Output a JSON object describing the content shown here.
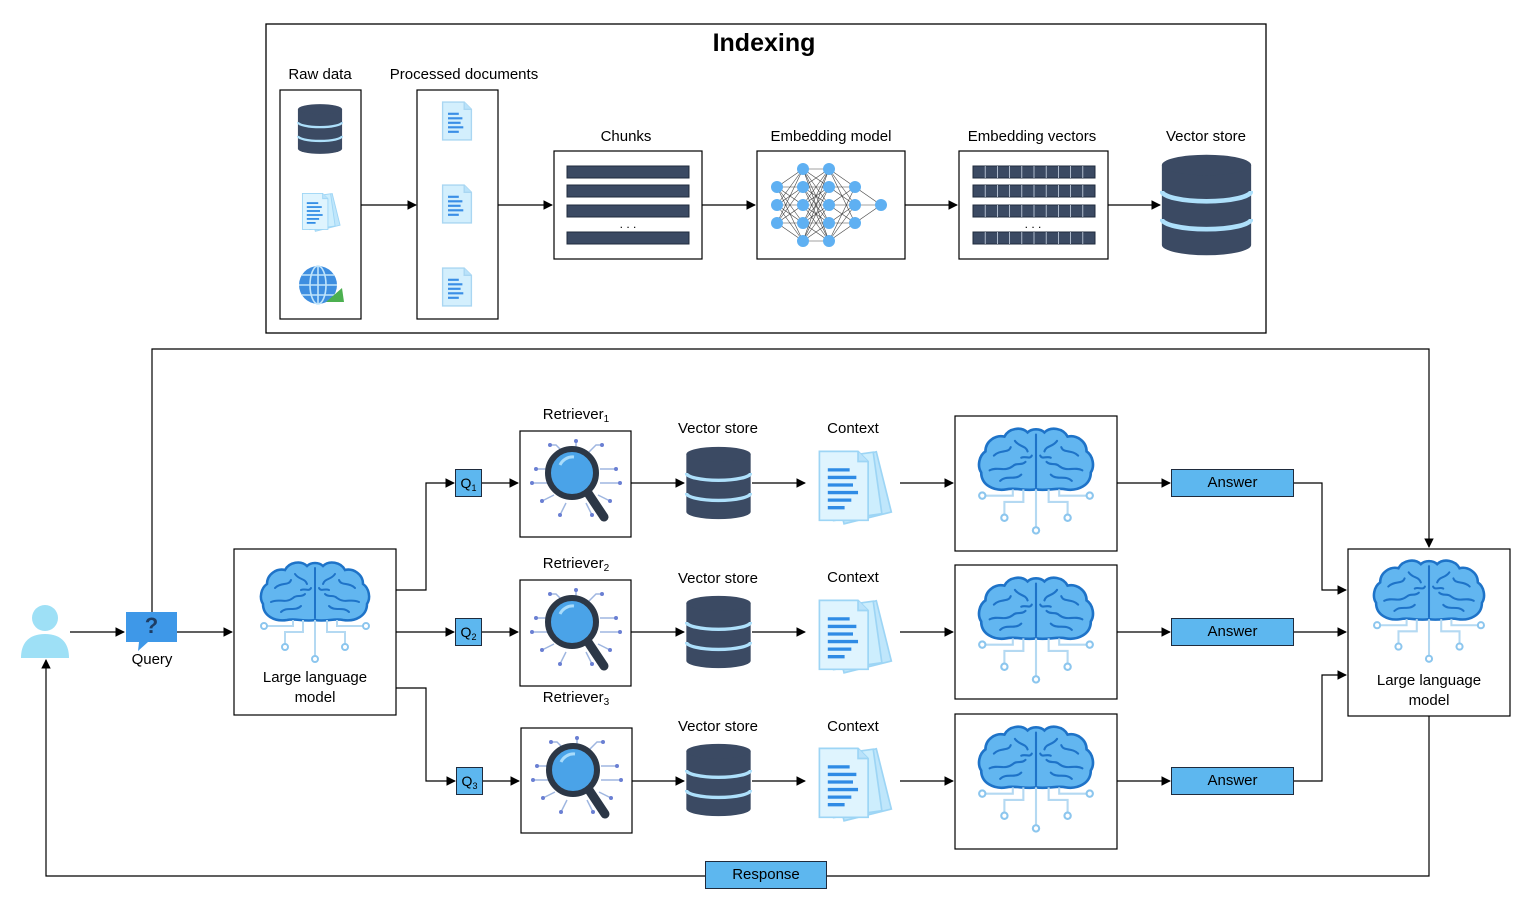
{
  "indexing": {
    "title": "Indexing",
    "raw_data_label": "Raw data",
    "processed_label": "Processed documents",
    "chunks_label": "Chunks",
    "embedding_model_label": "Embedding model",
    "embedding_vectors_label": "Embedding vectors",
    "vector_store_label": "Vector store",
    "ellipsis": ". . ."
  },
  "pipeline": {
    "query_label": "Query",
    "query_mark": "?",
    "llm_label_line1": "Large language",
    "llm_label_line2": "model",
    "retriever_base": "Retriever",
    "retriever_subs": [
      "1",
      "2",
      "3"
    ],
    "q_base": "Q",
    "q_subs": [
      "1",
      "2",
      "3"
    ],
    "vector_store_label": "Vector store",
    "context_label": "Context",
    "answer_label": "Answer",
    "final_llm_line1": "Large language",
    "final_llm_line2": "model",
    "response_label": "Response"
  },
  "colors": {
    "dark": "#3b4a63",
    "stripe": "#aee0fb",
    "accent": "#5db7ef",
    "light": "#d3effd",
    "brain": "#62b6f0",
    "brain_stroke": "#1e73c8"
  }
}
